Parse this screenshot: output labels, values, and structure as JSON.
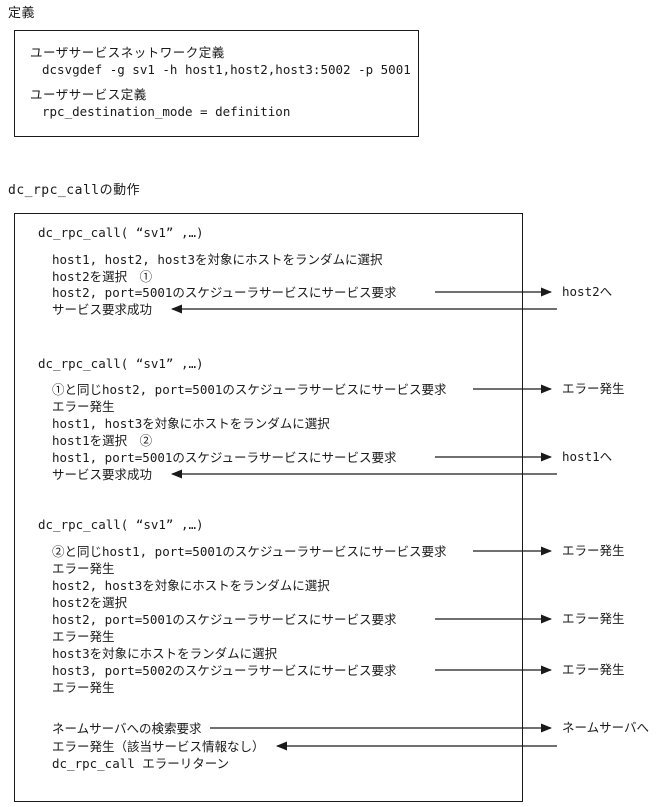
{
  "headings": {
    "definition": "定義",
    "behavior": "dc_rpc_callの動作"
  },
  "definition_box": {
    "network_title": "ユーザサービスネットワーク定義",
    "network_code": "dcsvgdef -g sv1 -h host1,host2,host3:5002 -p 5001",
    "service_title": "ユーザサービス定義",
    "service_code": "rpc_destination_mode = definition"
  },
  "flow": {
    "call1": {
      "title": "dc_rpc_call( “sv1” ,…)",
      "l1": "host1, host2, host3を対象にホストをランダムに選択",
      "l2": "host2を選択　①",
      "l3": "host2, port=5001のスケジューラサービスにサービス要求",
      "l4": "サービス要求成功"
    },
    "call2": {
      "title": "dc_rpc_call( “sv1” ,…)",
      "l1": "①と同じhost2, port=5001のスケジューラサービスにサービス要求",
      "l2": "エラー発生",
      "l3": "host1, host3を対象にホストをランダムに選択",
      "l4": "host1を選択　②",
      "l5": "host1, port=5001のスケジューラサービスにサービス要求",
      "l6": "サービス要求成功"
    },
    "call3": {
      "title": "dc_rpc_call( “sv1” ,…)",
      "l1": "②と同じhost1, port=5001のスケジューラサービスにサービス要求",
      "l2": "エラー発生",
      "l3": "host2, host3を対象にホストをランダムに選択",
      "l4": "host2を選択",
      "l5": "host2, port=5001のスケジューラサービスにサービス要求",
      "l6": "エラー発生",
      "l7": "host3を対象にホストをランダムに選択",
      "l8": "host3, port=5002のスケジューラサービスにサービス要求",
      "l9": "エラー発生"
    },
    "final": {
      "l1": "ネームサーバへの検索要求",
      "l2": "エラー発生（該当サービス情報なし）",
      "l3": "dc_rpc_call エラーリターン"
    }
  },
  "right_labels": {
    "r1": "host2へ",
    "r2": "エラー発生",
    "r3": "host1へ",
    "r4": "エラー発生",
    "r5": "エラー発生",
    "r6": "エラー発生",
    "r7": "ネームサーバへ"
  },
  "colors": {
    "ink": "#1a1a1a",
    "background": "#ffffff"
  }
}
